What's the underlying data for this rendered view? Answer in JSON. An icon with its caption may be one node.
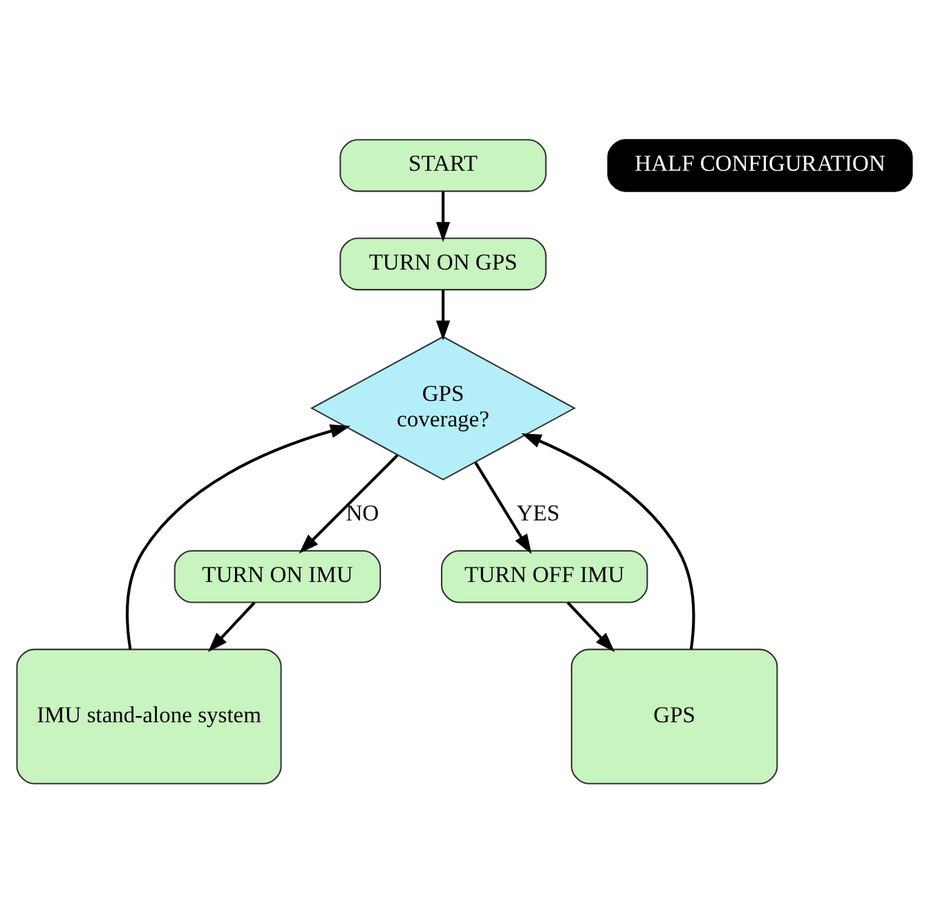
{
  "diagram": {
    "nodes": [
      {
        "text": [
          "START"
        ]
      },
      {
        "text": [
          "TURN ON GPS"
        ]
      },
      {
        "text": [
          "GPS coverage?"
        ]
      },
      {
        "text": [
          "TURN ON IMU"
        ]
      },
      {
        "text": [
          "TURN OFF IMU"
        ]
      },
      {
        "text": [
          "IMU stand-alone system"
        ]
      },
      {
        "text": [
          "GPS"
        ]
      },
      {
        "text": [
          "HALF CONFIGURATION"
        ]
      }
    ],
    "edges": [
      {
        "from": 0,
        "to": 1,
        "arrow": "to"
      },
      {
        "from": 1,
        "to": 2,
        "arrow": "to"
      },
      {
        "from": 2,
        "to": 3,
        "label": "NO",
        "arrow": "to"
      },
      {
        "from": 2,
        "to": 4,
        "label": "YES",
        "arrow": "to"
      },
      {
        "from": 3,
        "to": 5,
        "arrow": "to"
      },
      {
        "from": 4,
        "to": 6,
        "arrow": "to"
      },
      {
        "from": 5,
        "to": 2,
        "arrow": "to"
      },
      {
        "from": 6,
        "to": 2,
        "arrow": "to"
      }
    ]
  }
}
